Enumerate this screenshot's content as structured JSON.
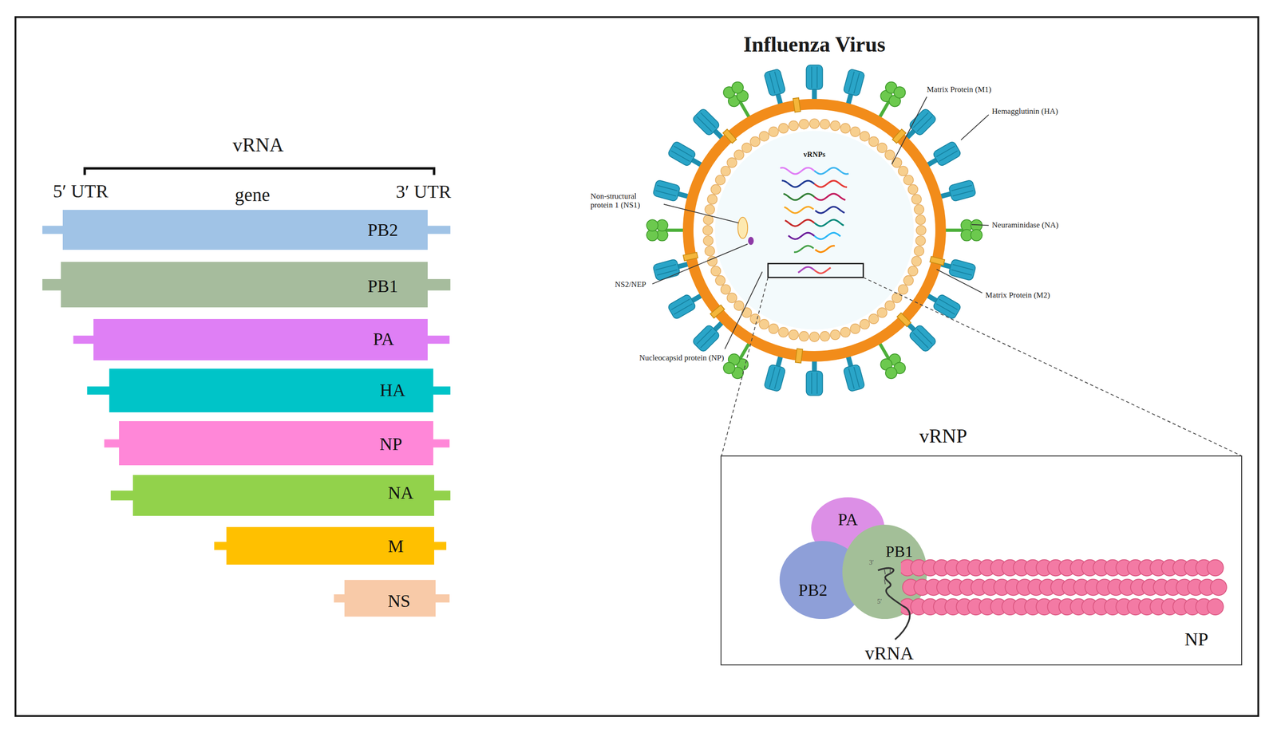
{
  "diagram": {
    "title": "Influenza Virus",
    "nodes": [
      {
        "text": [
          "PB2"
        ]
      },
      {
        "text": [
          "PB1"
        ]
      },
      {
        "text": [
          "PA"
        ]
      },
      {
        "text": [
          "HA"
        ]
      },
      {
        "text": [
          "NP"
        ]
      },
      {
        "text": [
          "NA"
        ]
      },
      {
        "text": [
          "M"
        ]
      },
      {
        "text": [
          "NS"
        ]
      },
      {
        "text": [
          "vRNP"
        ]
      },
      {
        "text": [
          "PA"
        ],
        "in": 8
      },
      {
        "text": [
          "PB2"
        ],
        "in": 8
      },
      {
        "text": [
          "PB1"
        ],
        "in": 8
      },
      {
        "text": [
          "NP"
        ],
        "in": 8
      }
    ],
    "labels": [
      "vRNA",
      "5′ UTR",
      "gene",
      "3′ UTR",
      "vRNPs",
      "Matrix Protein (M1)",
      "Hemagglutinin (HA)",
      "Non-structural protein 1 (NS1)",
      "Neuraminidase (NA)",
      "NS2/NEP",
      "Matrix Protein (M2)",
      "Nucleocapsid protein (NP)",
      "3′",
      "5′",
      "vRNA"
    ]
  }
}
